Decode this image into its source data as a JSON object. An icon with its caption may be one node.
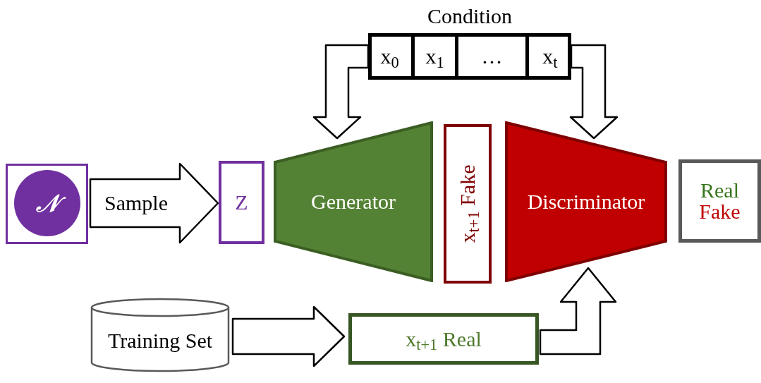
{
  "diagram": {
    "nodes": [
      {
        "text": [
          "Condition"
        ]
      },
      {
        "text": [
          "x$_{0}$"
        ],
        "in": 0
      },
      {
        "text": [
          "x$_{1}$"
        ],
        "in": 0
      },
      {
        "text": [
          "…"
        ],
        "in": 0
      },
      {
        "text": [
          "x$_{t}$"
        ],
        "in": 0
      },
      {
        "text": [],
        "shape": "box"
      },
      {
        "text": [
          "𝒩"
        ],
        "in": 5
      },
      {
        "text": [
          "Z"
        ]
      },
      {
        "text": [
          "Generator"
        ]
      },
      {
        "text": [
          "x$_{t+1}$ Fake"
        ]
      },
      {
        "text": [
          "Discriminator"
        ]
      },
      {
        "text": [
          "Real",
          "Fake"
        ]
      },
      {
        "text": [
          "Training Set"
        ]
      },
      {
        "text": [
          "x$_{t+1}$ Real"
        ]
      }
    ],
    "edges": [
      {
        "from": 5,
        "to": 7,
        "arrow": "to",
        "label": "Sample"
      },
      {
        "from": 0,
        "to": 8,
        "arrow": "to"
      },
      {
        "from": 0,
        "to": 10,
        "arrow": "to"
      },
      {
        "from": 12,
        "to": 13,
        "arrow": "to"
      },
      {
        "from": 13,
        "to": 10,
        "arrow": "to"
      }
    ]
  }
}
